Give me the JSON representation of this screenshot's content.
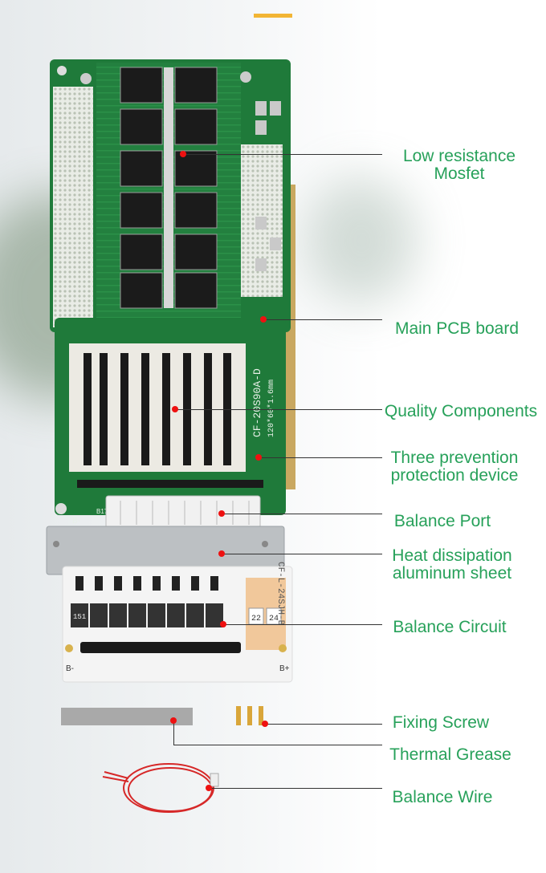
{
  "labels": {
    "mosfet_line1": "Low resistance",
    "mosfet_line2": "Mosfet",
    "main_pcb": "Main PCB board",
    "quality": "Quality Components",
    "three_prev_line1": "Three prevention",
    "three_prev_line2": "protection device",
    "balance_port": "Balance Port",
    "heat_line1": "Heat dissipation",
    "heat_line2": "aluminum sheet",
    "balance_circuit": "Balance Circuit",
    "fixing_screw": "Fixing Screw",
    "thermal_grease": "Thermal Grease",
    "balance_wire": "Balance Wire"
  },
  "board_text": {
    "model": "CF-20S90A-D",
    "size": "120*60*1.6mm",
    "sub_model": "CF-L-24SJH-B",
    "b_minus_main": "B-",
    "b_minus_balance": "B-",
    "b_plus_balance": "B+",
    "pin_a": "B17",
    "num_22": "22",
    "num_24": "24",
    "resistor_code": "151"
  },
  "colors": {
    "label": "#27a15a",
    "accent": "#f2b534",
    "pcb": "#1f7a3a",
    "dot": "#e11111"
  }
}
